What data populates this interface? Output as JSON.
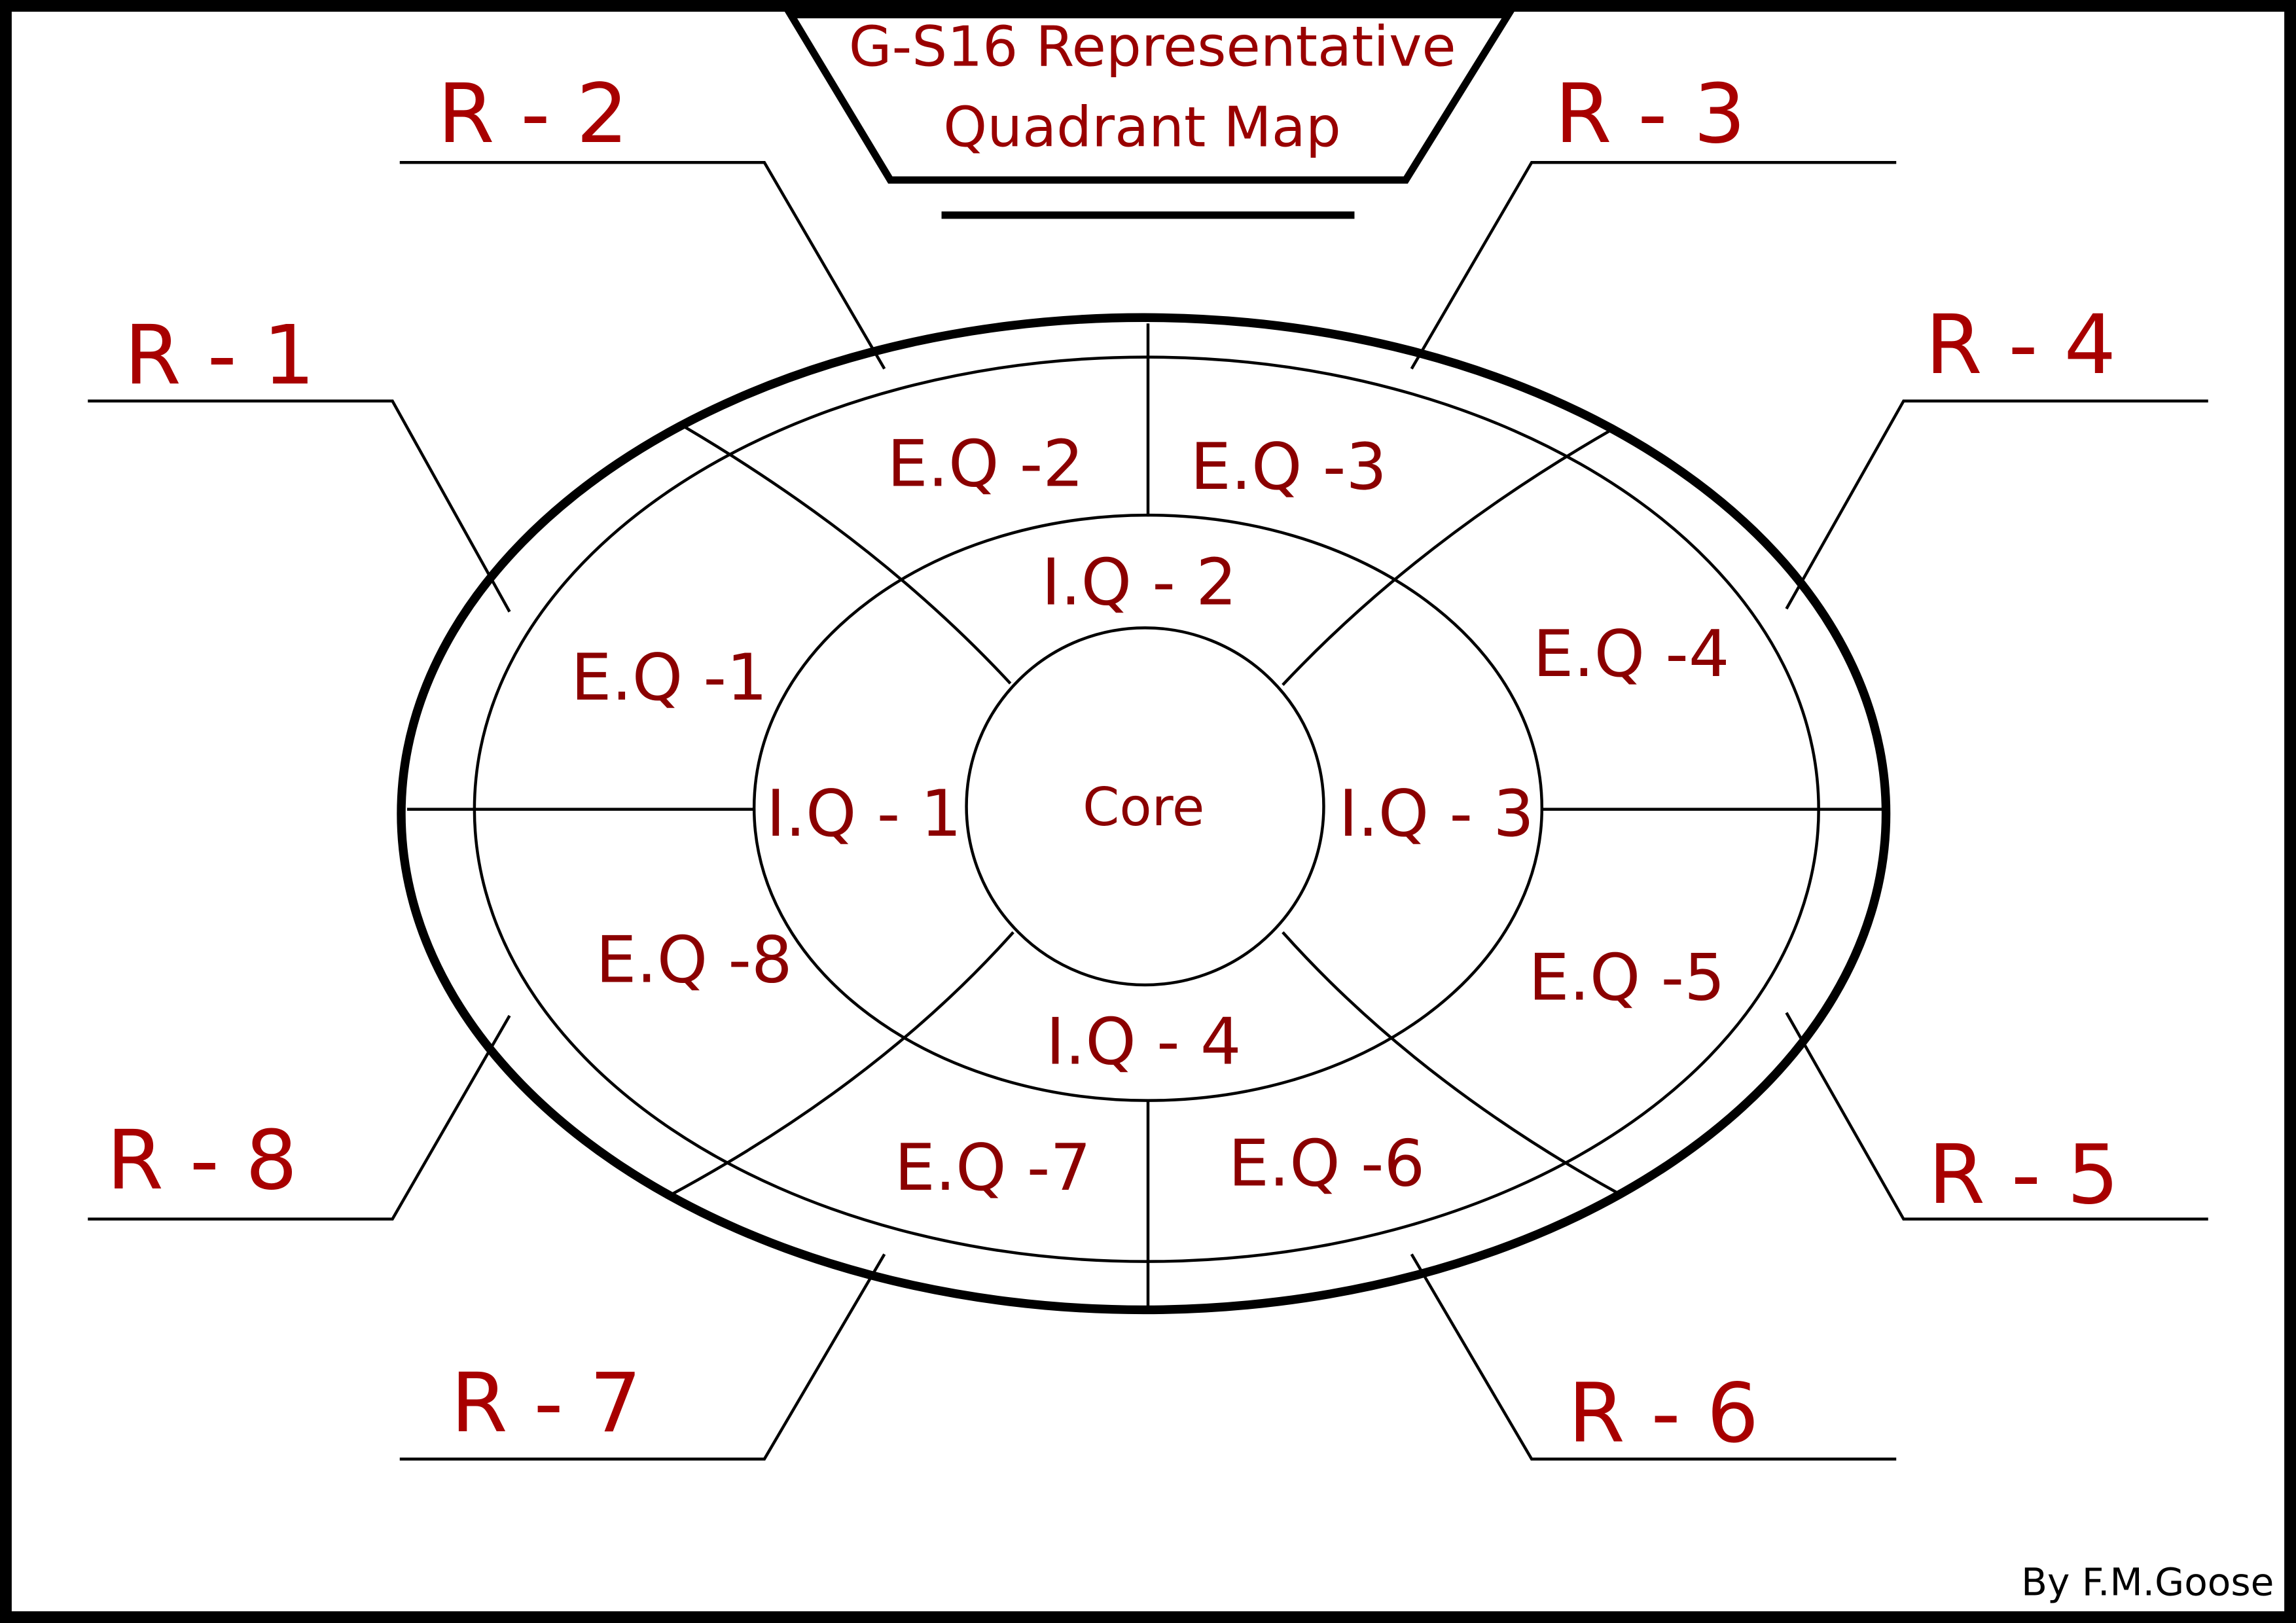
{
  "title": {
    "line1": "G-S16 Representative",
    "line2": "Quadrant Map"
  },
  "regions": [
    "R - 1",
    "R - 2",
    "R - 3",
    "R - 4",
    "R - 5",
    "R - 6",
    "R - 7",
    "R - 8"
  ],
  "external_quadrants": [
    "E.Q -1",
    "E.Q -2",
    "E.Q -3",
    "E.Q -4",
    "E.Q -5",
    "E.Q -6",
    "E.Q -7",
    "E.Q -8"
  ],
  "internal_quadrants": [
    "I.Q - 1",
    "I.Q - 2",
    "I.Q - 3",
    "I.Q - 4"
  ],
  "core": {
    "label": "Core"
  },
  "credit": "By F.M.Goose",
  "colors": {
    "background": "#ffffff",
    "lines": "#000000",
    "title": "#990000",
    "region_label": "#a80000",
    "quadrant_label": "#8b0000",
    "credit": "#000000"
  }
}
